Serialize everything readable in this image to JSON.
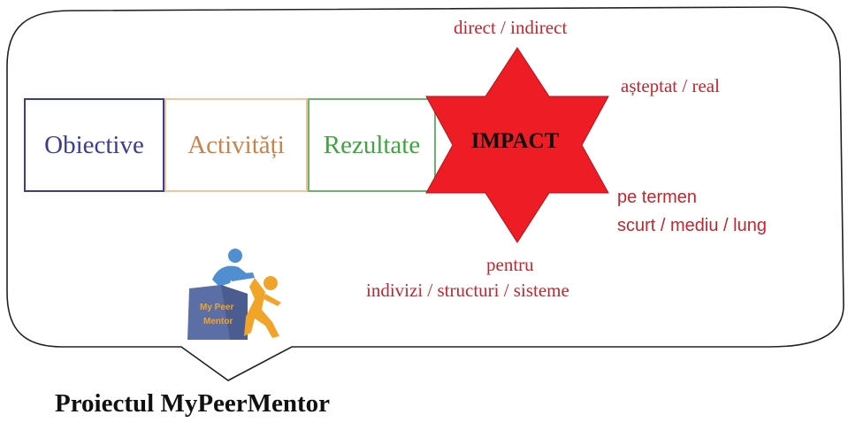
{
  "flow": {
    "objective": "Obiective",
    "activities": "Activități",
    "results": "Rezultate",
    "impact": "IMPACT"
  },
  "impact_dimensions": {
    "direct_indirect": "direct / indirect",
    "expected_real": "așteptat / real",
    "term_line1": "pe termen",
    "term_line2": "scurt / mediu / lung",
    "for_line1": "pentru",
    "for_line2": "indivizi / structuri / sisteme"
  },
  "logo": {
    "text_line1": "My Peer",
    "text_line2": "Mentor"
  },
  "caption": "Proiectul MyPeerMentor",
  "colors": {
    "objective": "#3d3d8f",
    "activities": "#c8824a",
    "results": "#3fa63f",
    "impact_star": "#ee1c25",
    "notes": "#c2262f"
  }
}
